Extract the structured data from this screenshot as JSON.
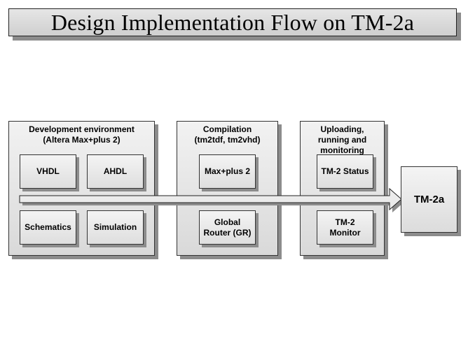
{
  "title": "Design Implementation Flow on TM-2a",
  "panels": [
    {
      "title": "Development environment\n(Altera Max+plus 2)",
      "boxes": [
        "VHDL",
        "AHDL",
        "Schematics",
        "Simulation"
      ]
    },
    {
      "title": "Compilation\n(tm2tdf, tm2vhd)",
      "boxes": [
        "Max+plus 2",
        "Global\nRouter (GR)"
      ]
    },
    {
      "title": "Uploading,\nrunning and\nmonitoring",
      "boxes": [
        "TM-2 Status",
        "TM-2\nMonitor"
      ]
    }
  ],
  "target": "TM-2a"
}
